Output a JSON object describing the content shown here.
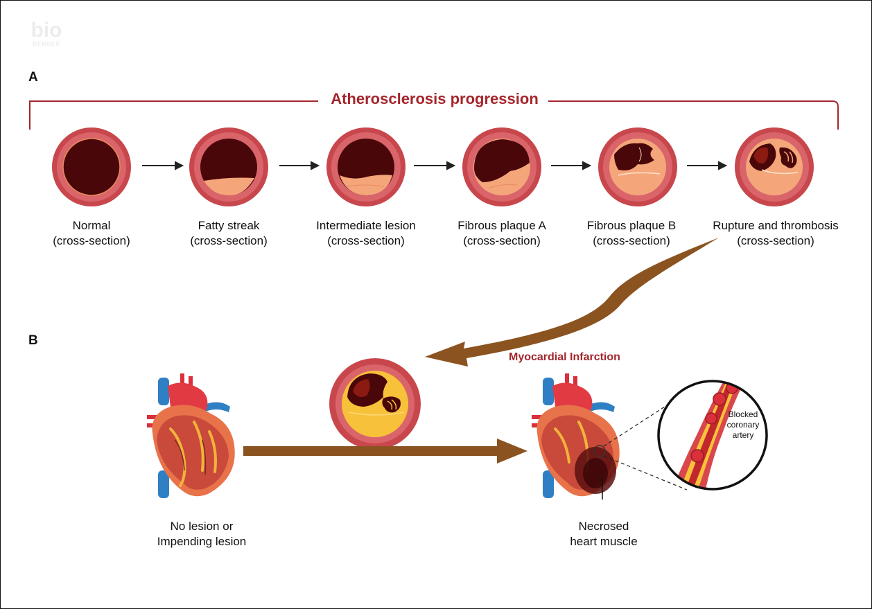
{
  "watermark": {
    "main": "bio",
    "sub": "RENDER"
  },
  "panel_a": {
    "label": "A",
    "title": "Atherosclerosis progression",
    "stages": [
      {
        "name": "Normal",
        "sub": "(cross-section)"
      },
      {
        "name": "Fatty streak",
        "sub": "(cross-section)"
      },
      {
        "name": "Intermediate lesion",
        "sub": "(cross-section)"
      },
      {
        "name": "Fibrous plaque A",
        "sub": "(cross-section)"
      },
      {
        "name": "Fibrous plaque B",
        "sub": "(cross-section)"
      },
      {
        "name": "Rupture and thrombosis",
        "sub": "(cross-section)"
      }
    ]
  },
  "panel_b": {
    "label": "B",
    "title": "Myocardial Infarction",
    "left_heart": {
      "line1": "No lesion or",
      "line2": "Impending lesion"
    },
    "right_heart": {
      "line1": "Necrosed",
      "line2": "heart muscle"
    },
    "zoom": {
      "line1": "Blocked",
      "line2": "coronary",
      "line3": "artery"
    }
  },
  "colors": {
    "title_red": "#a4262c",
    "vessel_outer": "#c8474d",
    "vessel_wall": "#d9656b",
    "lumen": "#4a0709",
    "plaque": "#f4a67a",
    "plaque_yellow": "#f8c13a",
    "arrow_brown": "#8a5320"
  }
}
